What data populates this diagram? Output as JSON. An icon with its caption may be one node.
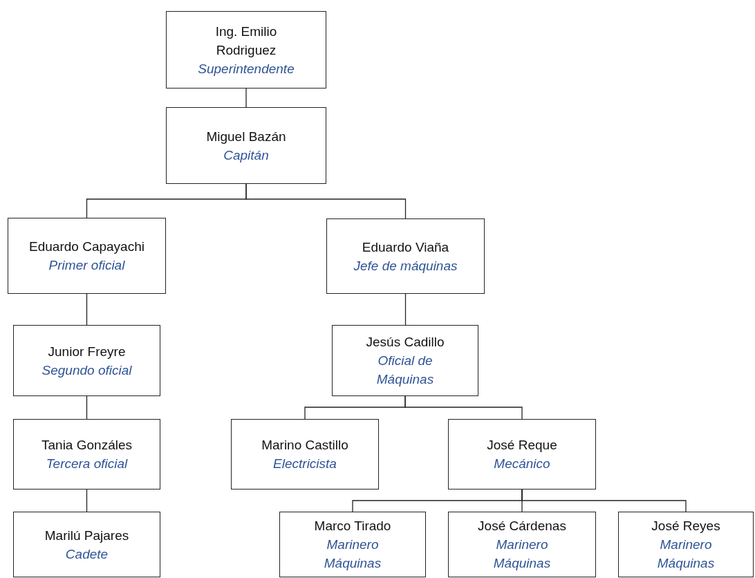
{
  "diagram": {
    "nodes": [
      {
        "text": [
          "Ing. Emilio Rodriguez",
          "Superintendente"
        ]
      },
      {
        "text": [
          "Miguel Bazán",
          "Capitán"
        ]
      },
      {
        "text": [
          "Eduardo Capayachi",
          "Primer oficial"
        ]
      },
      {
        "text": [
          "Eduardo Viaña",
          "Jefe de máquinas"
        ]
      },
      {
        "text": [
          "Junior Freyre",
          "Segundo oficial"
        ]
      },
      {
        "text": [
          "Jesús Cadillo",
          "Oficial de Máquinas"
        ]
      },
      {
        "text": [
          "Tania Gonzáles",
          "Tercera oficial"
        ]
      },
      {
        "text": [
          "Marino Castillo",
          "Electricista"
        ]
      },
      {
        "text": [
          "José Reque",
          "Mecánico"
        ]
      },
      {
        "text": [
          "Marilú Pajares",
          "Cadete"
        ]
      },
      {
        "text": [
          "Marco Tirado",
          "Marinero Máquinas"
        ]
      },
      {
        "text": [
          "José Cárdenas",
          "Marinero Máquinas"
        ]
      },
      {
        "text": [
          "José Reyes",
          "Marinero Máquinas"
        ]
      }
    ],
    "edges": [
      {
        "from": 0,
        "to": 1,
        "arrow": "none"
      },
      {
        "from": 1,
        "to": 2,
        "arrow": "none"
      },
      {
        "from": 1,
        "to": 3,
        "arrow": "none"
      },
      {
        "from": 2,
        "to": 4,
        "arrow": "none"
      },
      {
        "from": 4,
        "to": 6,
        "arrow": "none"
      },
      {
        "from": 6,
        "to": 9,
        "arrow": "none"
      },
      {
        "from": 3,
        "to": 5,
        "arrow": "none"
      },
      {
        "from": 5,
        "to": 7,
        "arrow": "none"
      },
      {
        "from": 5,
        "to": 8,
        "arrow": "none"
      },
      {
        "from": 8,
        "to": 10,
        "arrow": "none"
      },
      {
        "from": 8,
        "to": 11,
        "arrow": "none"
      },
      {
        "from": 8,
        "to": 12,
        "arrow": "none"
      }
    ]
  }
}
